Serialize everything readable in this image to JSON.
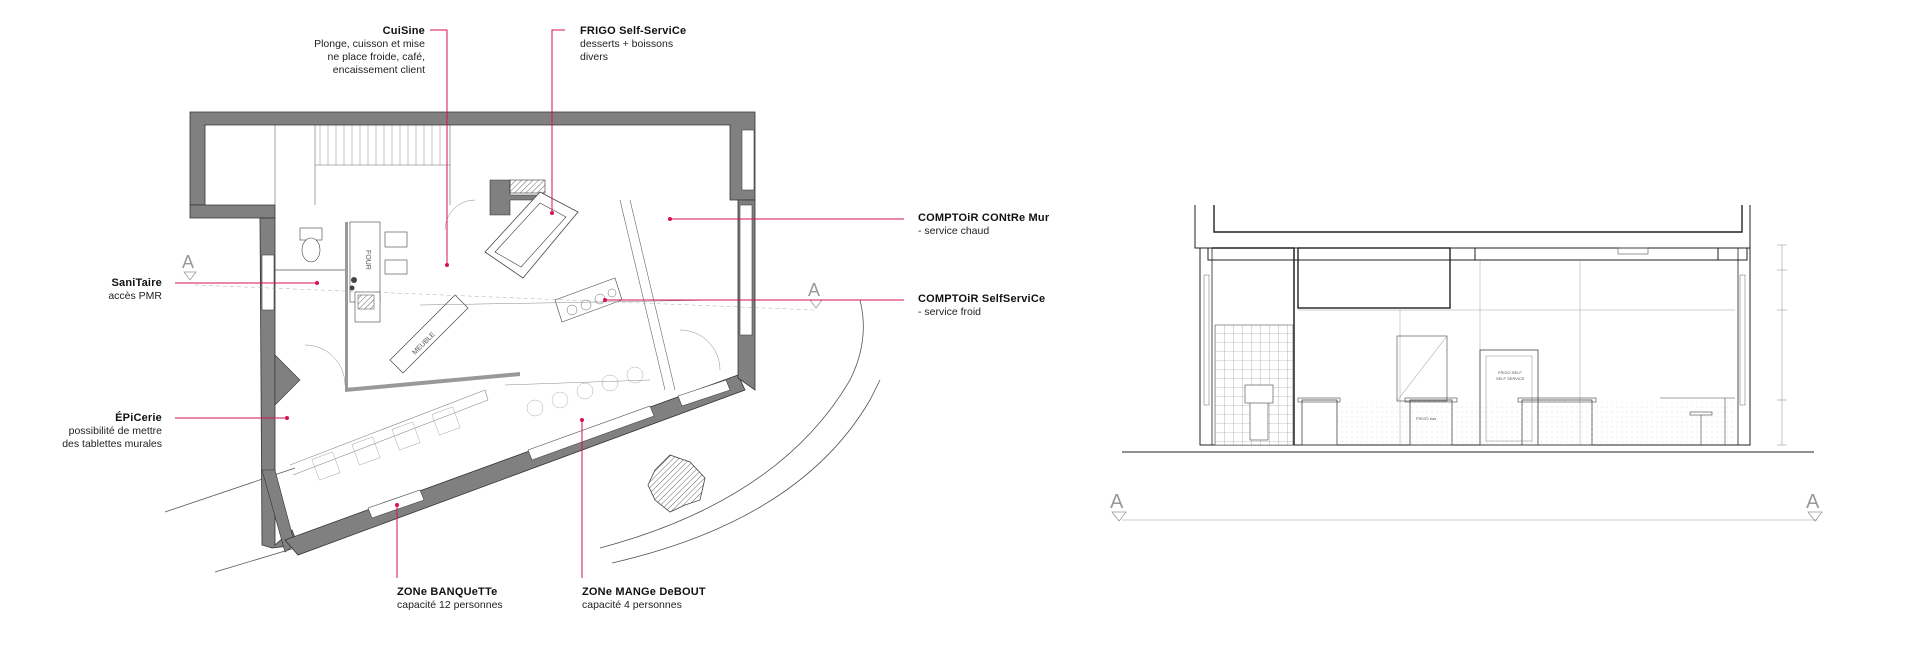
{
  "labels": {
    "cuisine": {
      "title": "CuiSine",
      "desc": [
        "Plonge, cuisson et mise",
        "ne place froide, café,",
        "encaissement client"
      ]
    },
    "frigo": {
      "title": "FRIGO Self-ServiCe",
      "desc": [
        "desserts + boissons",
        "divers"
      ]
    },
    "comptoir_mur": {
      "title": "COMPTOiR CONtRe Mur",
      "desc": [
        "- service chaud"
      ]
    },
    "comptoir_self": {
      "title": "COMPTOiR SelfServiCe",
      "desc": [
        "- service froid"
      ]
    },
    "sanitaire": {
      "title": "SaniTaire",
      "desc": [
        "accès PMR"
      ]
    },
    "epicerie": {
      "title": "ÉPiCerie",
      "desc": [
        "possibilité de mettre",
        "des tablettes murales"
      ]
    },
    "banquette": {
      "title": "ZONe BANQUeTTe",
      "desc": [
        "capacité 12 personnes"
      ]
    },
    "mange": {
      "title": "ZONe MANGe DeBOUT",
      "desc": [
        "capacité 4 personnes"
      ]
    }
  },
  "section_marks": {
    "a": "A"
  },
  "plan_text": {
    "four": "FOUR",
    "mobile": "MEUBLE"
  },
  "elevation_text": {
    "frigo": "FRIGO SELF",
    "frigo2": "SELF SERVICE",
    "small": "FRIGO bas"
  },
  "colors": {
    "accent": "#d6134f",
    "wall": "#808080",
    "line": "#555555"
  }
}
